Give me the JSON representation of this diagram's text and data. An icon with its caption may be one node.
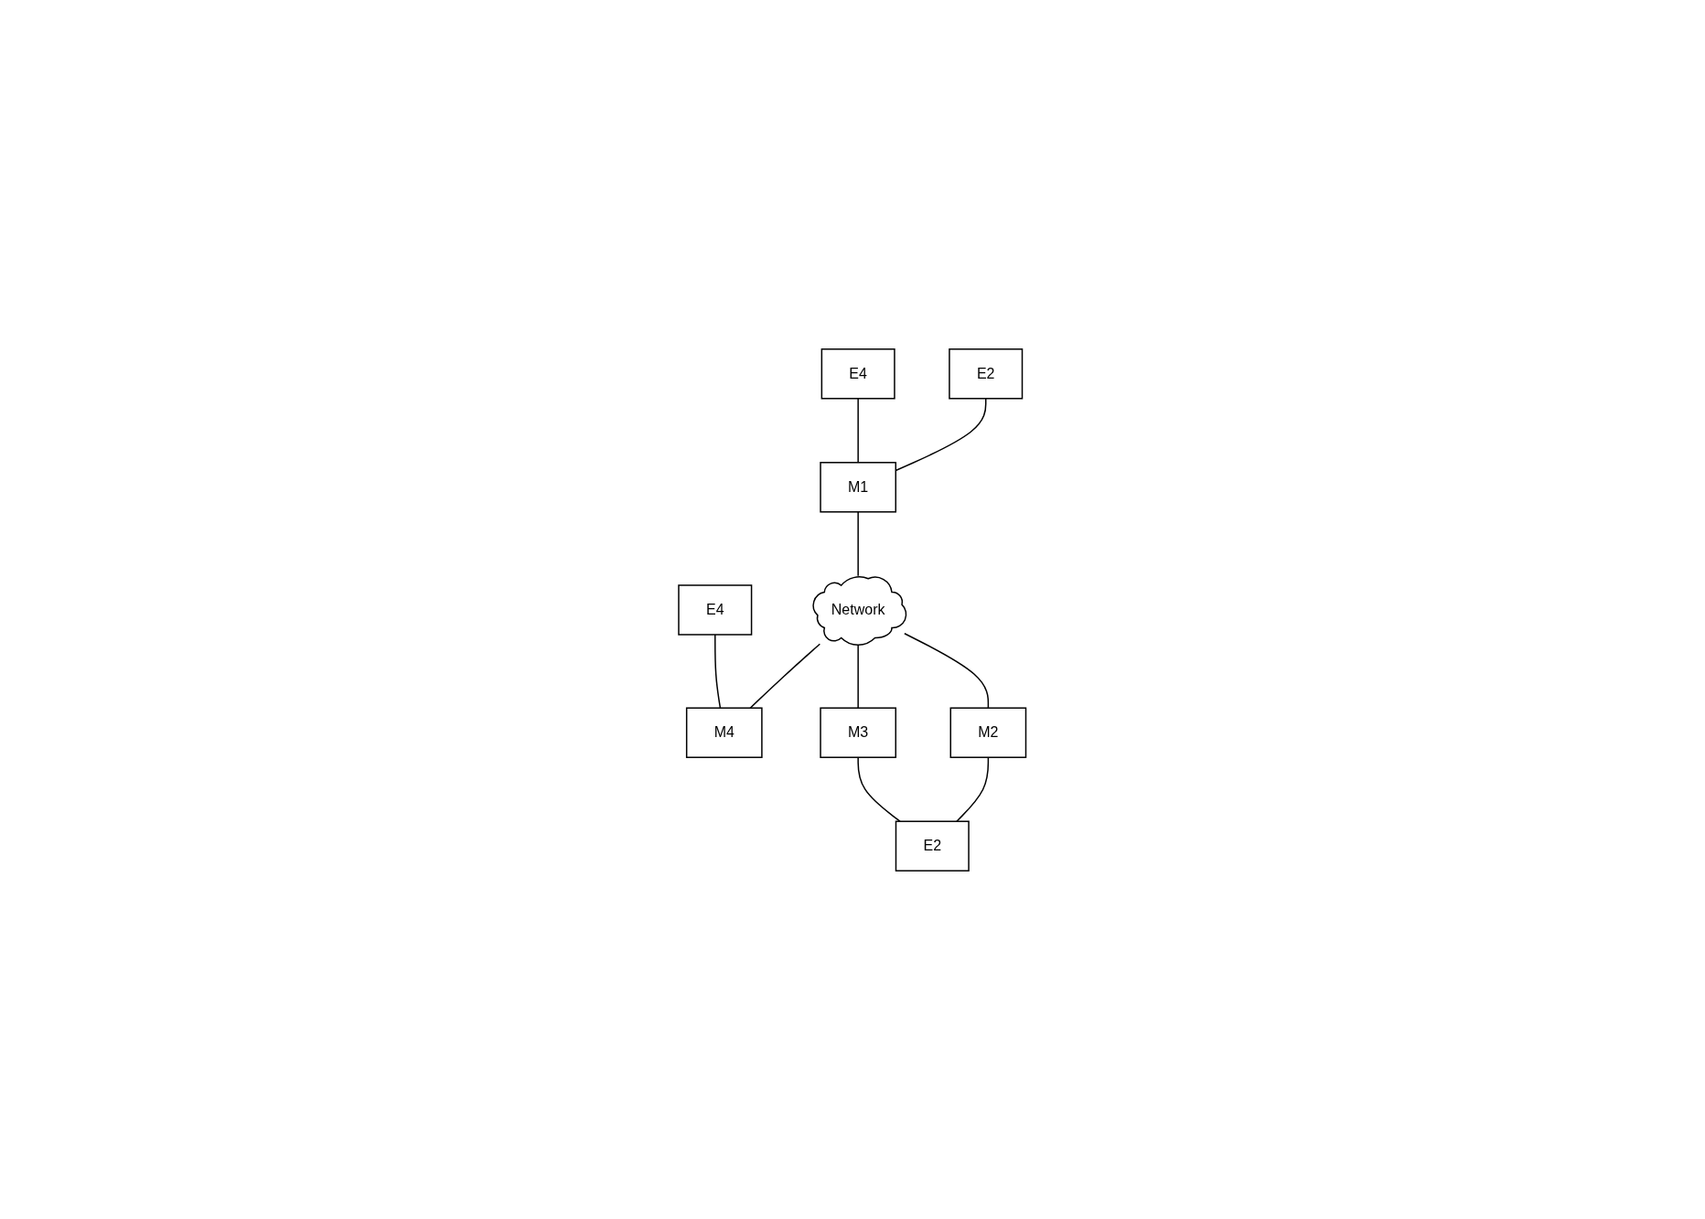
{
  "diagram": {
    "nodes": [
      {
        "text": [
          "E4"
        ]
      },
      {
        "text": [
          "E4"
        ]
      },
      {
        "text": [
          "Network"
        ]
      },
      {
        "text": [
          "E2"
        ]
      },
      {
        "text": [
          "M4"
        ]
      },
      {
        "text": [
          "M1"
        ]
      },
      {
        "text": [
          "M3"
        ]
      },
      {
        "text": [
          "M2"
        ]
      },
      {
        "text": [
          "E2"
        ]
      }
    ],
    "edges": [
      {
        "from": 0,
        "to": 5,
        "arrow": "none"
      },
      {
        "from": 3,
        "to": 5,
        "arrow": "none"
      },
      {
        "from": 5,
        "to": 2,
        "arrow": "none"
      },
      {
        "from": 1,
        "to": 4,
        "arrow": "none"
      },
      {
        "from": 2,
        "to": 4,
        "arrow": "none"
      },
      {
        "from": 2,
        "to": 6,
        "arrow": "none"
      },
      {
        "from": 2,
        "to": 7,
        "arrow": "none"
      },
      {
        "from": 6,
        "to": 8,
        "arrow": "none"
      },
      {
        "from": 7,
        "to": 8,
        "arrow": "none"
      }
    ]
  }
}
